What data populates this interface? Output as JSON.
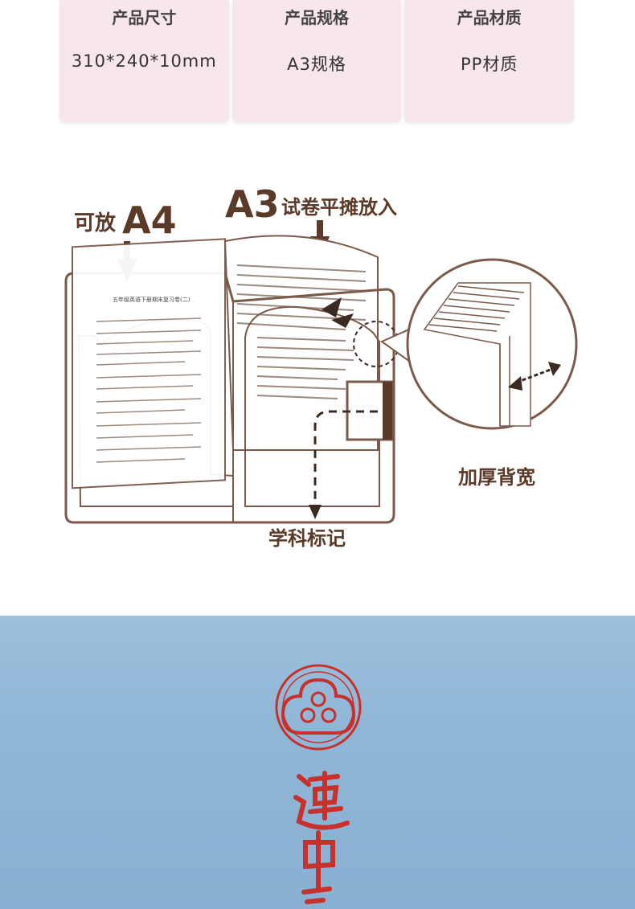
{
  "specs": [
    {
      "label": "产品尺寸",
      "value": "310*240*10mm"
    },
    {
      "label": "产品规格",
      "value": "A3规格"
    },
    {
      "label": "产品材质",
      "value": "PP材质"
    }
  ],
  "diagram": {
    "a4_prefix": "可放",
    "a4_big": "A4",
    "a3_big": "A3",
    "a3_suffix": "试卷平摊放入",
    "thickness_label": "加厚背宽",
    "subject_label": "学科标记",
    "paper_title": "五年级英语下册期末复习卷(二)"
  },
  "banner": {
    "calligraphy": "连中三元"
  },
  "colors": {
    "label_text": "#5b3a29",
    "outline": "#7a5a4a",
    "panel_bg": "#f7e6ec",
    "banner_blue": "#8fb6d6",
    "seal_red": "#c8302b"
  }
}
